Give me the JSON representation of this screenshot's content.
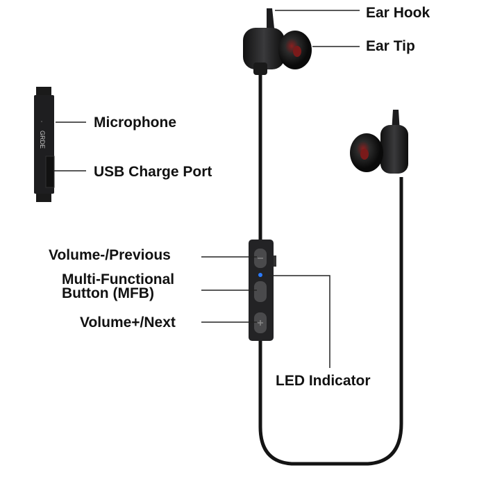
{
  "labels": {
    "ear_hook": "Ear Hook",
    "ear_tip": "Ear Tip",
    "microphone": "Microphone",
    "usb_charge_port": "USB Charge Port",
    "volume_minus": "Volume-/Previous",
    "mfb_line1": "Multi-Functional",
    "mfb_line2": "Button (MFB)",
    "volume_plus": "Volume+/Next",
    "led_indicator": "LED Indicator"
  },
  "brand_logo": "GRDE",
  "colors": {
    "body": "#1c1c1e",
    "cable": "#141414",
    "ear_tip": "#7a1a1a",
    "led": "#2a7bff",
    "leader": "#222222"
  }
}
